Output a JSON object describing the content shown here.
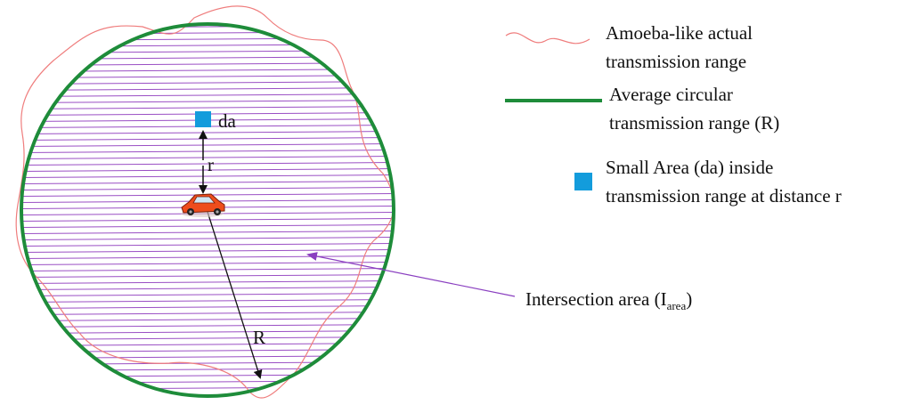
{
  "colors": {
    "amoeba_curve": "#ef7d7d",
    "average_circle": "#1e8c3a",
    "hatch_lines": "#9a4fc4",
    "small_area_marker": "#139cdc",
    "pointer_arrow": "#8a3fc0",
    "black_arrows": "#111111",
    "car_body": "#ee4d1c"
  },
  "icons": {
    "car": "car-icon",
    "small_area": "small-area-square"
  },
  "diagram": {
    "small_area_label": "da",
    "distance_label": "r",
    "radius_label": "R"
  },
  "intersection_label": {
    "main": "Intersection area (I",
    "subscript": "area",
    "close": ")"
  },
  "legend": {
    "amoeba": [
      "Amoeba-like actual",
      "transmission range"
    ],
    "average": [
      "Average circular",
      "transmission range (R)"
    ],
    "small_area": [
      "Small Area (da) inside",
      "transmission range at distance r"
    ]
  }
}
